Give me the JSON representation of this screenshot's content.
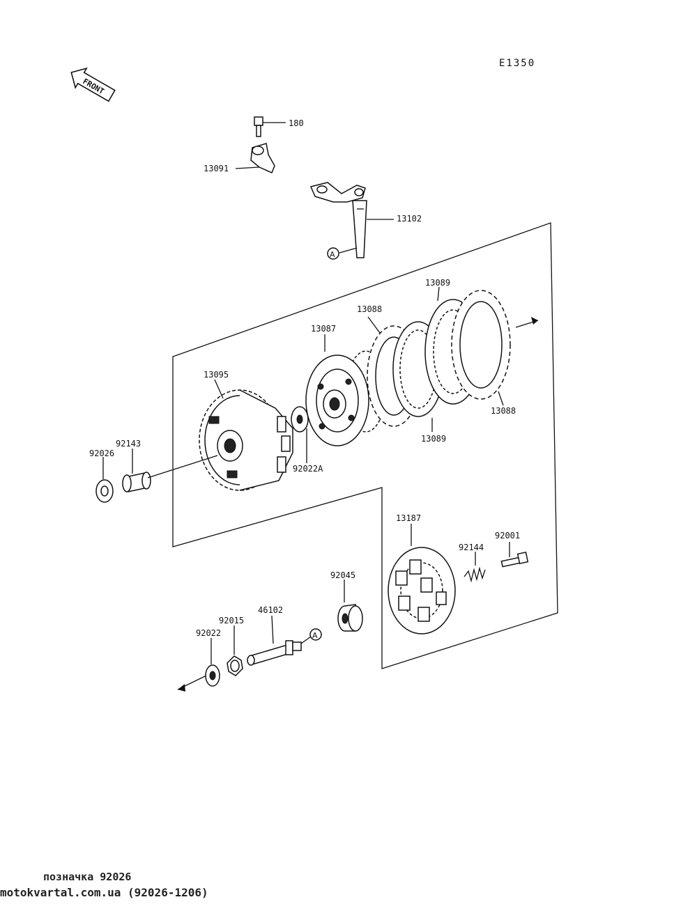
{
  "diagram": {
    "code": "E1350",
    "front_arrow_label": "FRONT",
    "ref_mark": "A",
    "parts": {
      "p180": "180",
      "p13091": "13091",
      "p13102": "13102",
      "p13089_top": "13089",
      "p13088_top": "13088",
      "p13087": "13087",
      "p13095": "13095",
      "p92143": "92143",
      "p92026": "92026",
      "p92022A": "92022A",
      "p13088_bottom": "13088",
      "p13089_bottom": "13089",
      "p13187": "13187",
      "p92001": "92001",
      "p92144": "92144",
      "p92045": "92045",
      "p46102": "46102",
      "p92015": "92015",
      "p92022": "92022"
    }
  },
  "footer": {
    "line1": "позначка 92026",
    "line2": "motokvartal.com.ua (92026-1206)"
  }
}
